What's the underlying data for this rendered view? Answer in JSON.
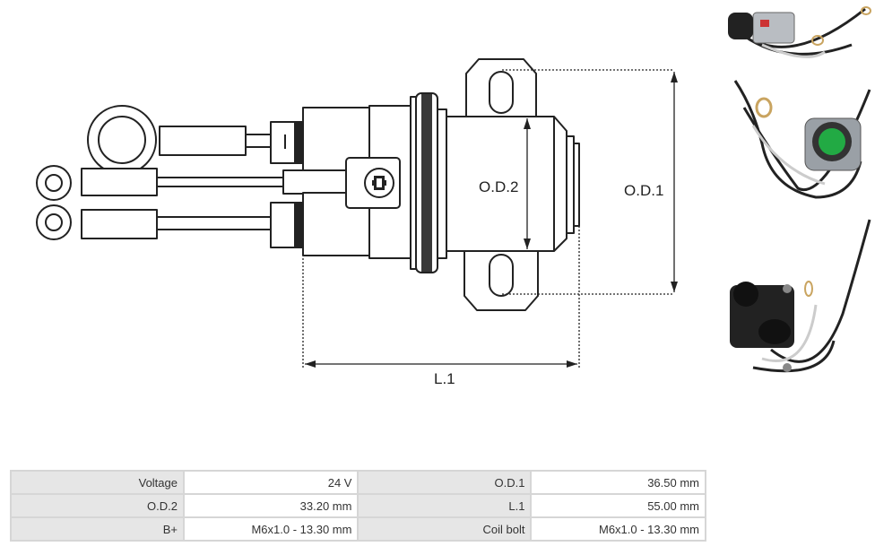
{
  "dimensions": {
    "od1": "O.D.1",
    "od2": "O.D.2",
    "l1": "L.1"
  },
  "specs": [
    {
      "k1": "Voltage",
      "v1": "24 V",
      "k2": "O.D.1",
      "v2": "36.50 mm"
    },
    {
      "k1": "O.D.2",
      "v1": "33.20 mm",
      "k2": "L.1",
      "v2": "55.00 mm"
    },
    {
      "k1": "B+",
      "v1": "M6x1.0 - 13.30 mm",
      "k2": "Coil bolt",
      "v2": "M6x1.0 - 13.30 mm"
    }
  ],
  "colors": {
    "line": "#222222",
    "table_border": "#d6d6d6",
    "table_key_bg": "#e6e6e6",
    "cap_green": "#22aa44"
  }
}
